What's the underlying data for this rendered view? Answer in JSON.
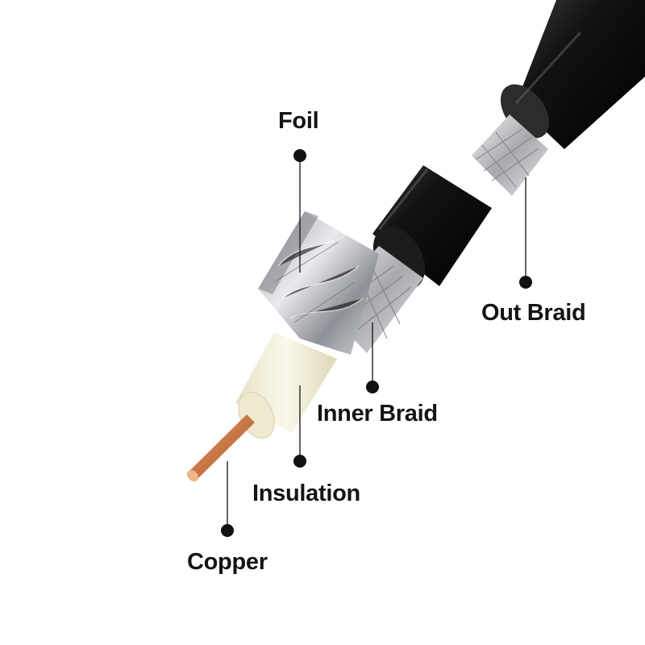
{
  "labels": {
    "foil": "Foil",
    "out_braid": "Out Braid",
    "inner_braid": "Inner Braid",
    "insulation": "Insulation",
    "copper": "Copper"
  },
  "colors": {
    "jacket": "#0d0d0d",
    "braid": "#c8c8cc",
    "foil": "#b9bcc2",
    "insulation": "#f3efd9",
    "copper": "#c9713f",
    "leader": "#111111"
  }
}
